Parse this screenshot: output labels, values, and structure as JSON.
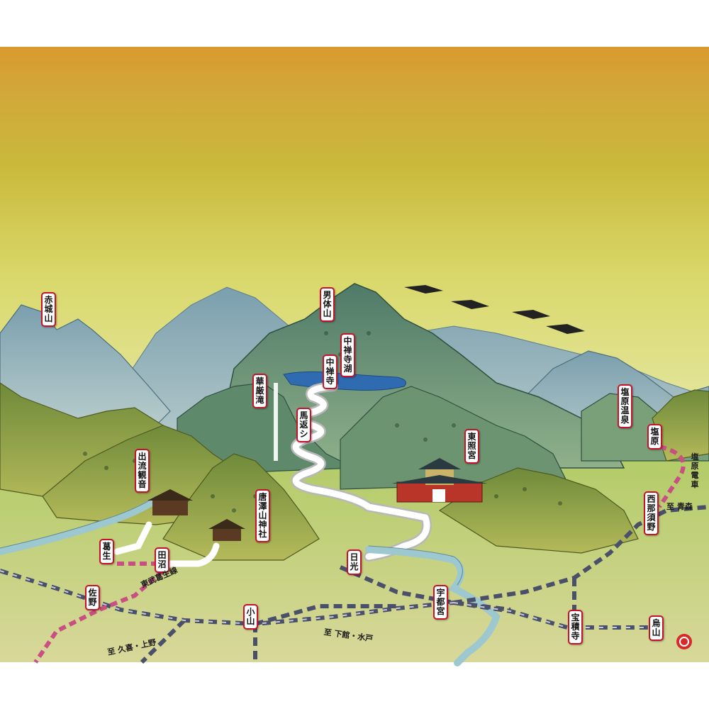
{
  "colors": {
    "sky_top": "#d99a2e",
    "sky_mid": "#c9b93a",
    "sky_low": "#e2e49a",
    "plain": "#b9cd68",
    "mountain_far": "#8fb1bd",
    "mountain_mid": "#5f8a76",
    "foothill": "#8f9d3e",
    "lake": "#2f6bb0",
    "river": "#9ec8d0",
    "label_border": "#c4142a",
    "tobu_line": "#c94f83",
    "jr_line": "#4a4f6a"
  },
  "places": {
    "akagi": "赤城山",
    "nantai": "男体山",
    "chuzenji_lake": "中禅寺湖",
    "chuzenji": "中禅寺",
    "kegon": "華厳滝",
    "umagaeshi": "馬返シ",
    "toshogu": "東照宮",
    "shiobara_onsen": "塩原温泉",
    "izuru_kannon": "出流観音",
    "karasawa": "唐澤山神社"
  },
  "stations": {
    "shiobara": "塩原",
    "nishinasuno": "西那須野",
    "kuzuu": "葛生",
    "tanuma": "田沼",
    "sano": "佐野",
    "nikko": "日光",
    "utsunomiya": "宇都宮",
    "oyama": "小山",
    "hoshakuji": "宝積寺",
    "karasuyama": "烏山"
  },
  "notes": {
    "shiobara_densha": "塩原電車",
    "to_aomori": "至 青森",
    "tobu_kuzuu_line": "東武葛生線",
    "to_kuki_ueno": "至 久喜・上野",
    "to_shimodate_mito": "至 下館・水戸"
  }
}
